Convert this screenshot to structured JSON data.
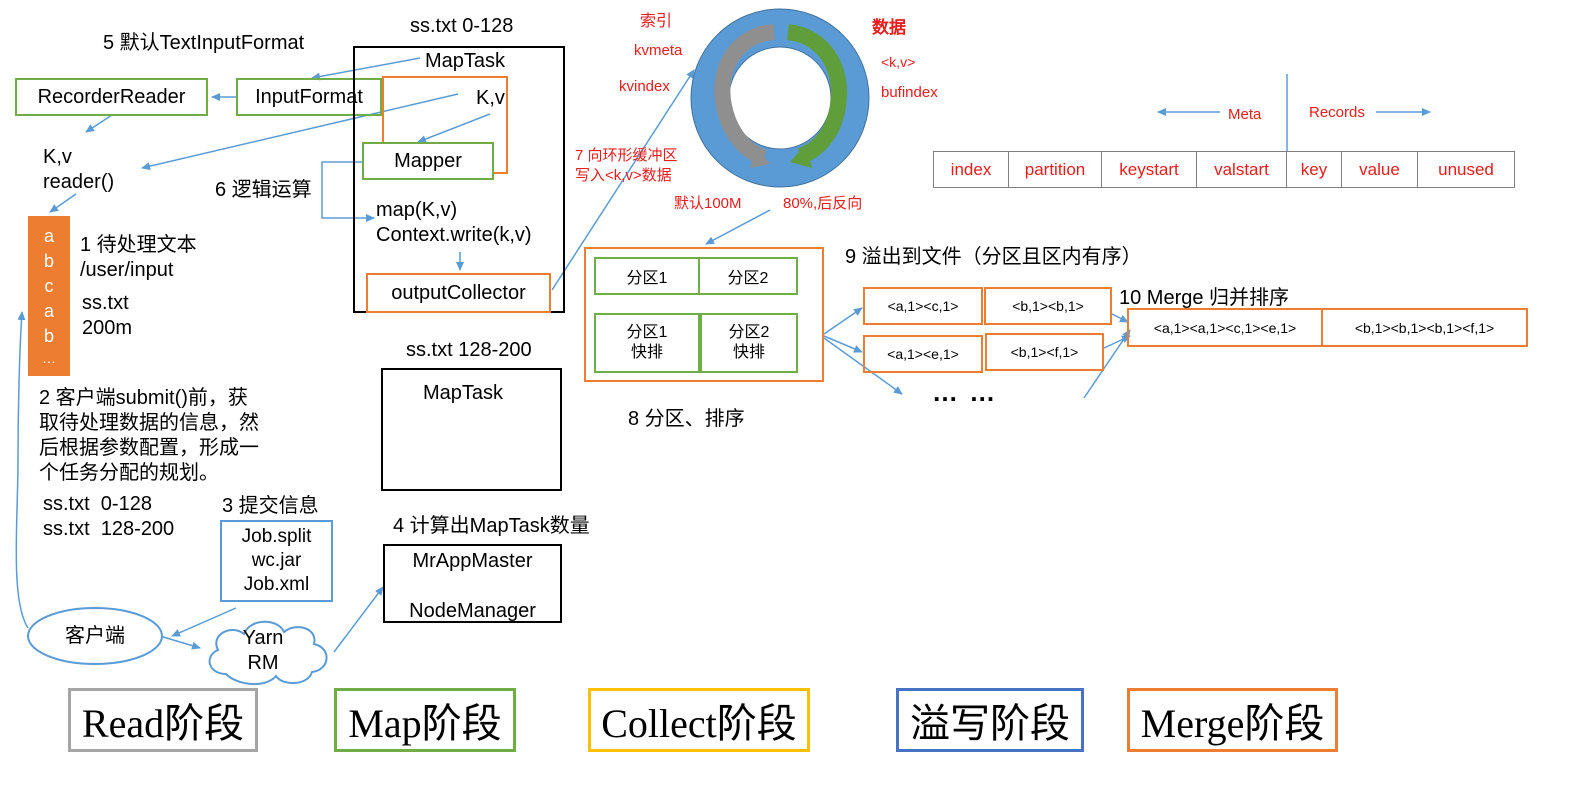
{
  "read": {
    "step5_label": "5 默认TextInputFormat",
    "recorder_reader": "RecorderReader",
    "input_format": "InputFormat",
    "kv": "K,v",
    "reader": "reader()",
    "file_chars": [
      "a",
      "b",
      "c",
      "a",
      "b",
      "…"
    ],
    "step1_title": "1 待处理文本",
    "step1_path": "/user/input",
    "step1_file": "ss.txt",
    "step1_size": "200m",
    "step2_lines": [
      "2 客户端submit()前，获",
      "取待处理数据的信息，然",
      "后根据参数配置，形成一",
      "个任务分配的规划。"
    ],
    "split1": "ss.txt  0-128",
    "split2": "ss.txt  128-200",
    "step3_label": "3 提交信息",
    "submit_files": [
      "Job.split",
      "wc.jar",
      "Job.xml"
    ],
    "client": "客户端",
    "yarn": [
      "Yarn",
      "RM"
    ]
  },
  "map": {
    "maptask1_header": "ss.txt 0-128",
    "maptask1_title": "MapTask",
    "kv": "K,v",
    "mapper": "Mapper",
    "step6_label": "6 逻辑运算",
    "map_call": "map(K,v)",
    "context_write": "Context.write(k,v)",
    "output_collector": "outputCollector",
    "maptask2_header": "ss.txt 128-200",
    "maptask2_title": "MapTask",
    "step4_label": "4 计算出MapTask数量",
    "mr_app_master": "MrAppMaster",
    "node_manager": "NodeManager"
  },
  "collect": {
    "index_label": "索引",
    "kvmeta": "kvmeta",
    "kvindex": "kvindex",
    "data_label": "数据",
    "kv_pair": "<k,v>",
    "bufindex": "bufindex",
    "step7_lines": [
      "7 向环形缓冲区",
      "写入<k,v>数据"
    ],
    "default_size": "默认100M",
    "reverse": "80%,后反向",
    "meta": "Meta",
    "records": "Records",
    "table_cells": [
      "index",
      "partition",
      "keystart",
      "valstart",
      "key",
      "value",
      "unused"
    ]
  },
  "spill": {
    "partition1": "分区1",
    "partition2": "分区2",
    "partition1_sort": [
      "分区1",
      "快排"
    ],
    "partition2_sort": [
      "分区2",
      "快排"
    ],
    "step8_label": "8 分区、排序",
    "step9_label": "9 溢出到文件（分区且区内有序）",
    "file1_a": "<a,1><c,1>",
    "file1_b": "<b,1><b,1>",
    "file2_a": "<a,1><e,1>",
    "file2_b": "<b,1><f,1>",
    "ellipsis": "… …"
  },
  "merge": {
    "step10_label": "10 Merge 归并排序",
    "merged_a": "<a,1><a,1><c,1><e,1>",
    "merged_b": "<b,1><b,1><b,1><f,1>"
  },
  "legend": {
    "read": "Read阶段",
    "map": "Map阶段",
    "collect": "Collect阶段",
    "spill": "溢写阶段",
    "merge": "Merge阶段"
  },
  "colors": {
    "read": "#a5a5a5",
    "map": "#70ad47",
    "collect": "#ffc000",
    "spill": "#4472c4",
    "merge": "#ed7d31",
    "arrow": "#5b9bd5",
    "label_red": "#e81c1c",
    "ring": "#5b9bd5"
  }
}
